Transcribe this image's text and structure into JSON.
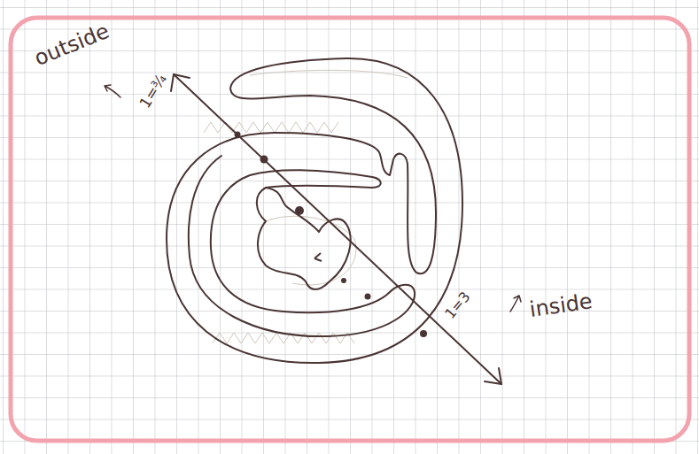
{
  "diagram": {
    "labels": [
      "outside",
      "1=¾",
      "1=3",
      "inside"
    ]
  }
}
